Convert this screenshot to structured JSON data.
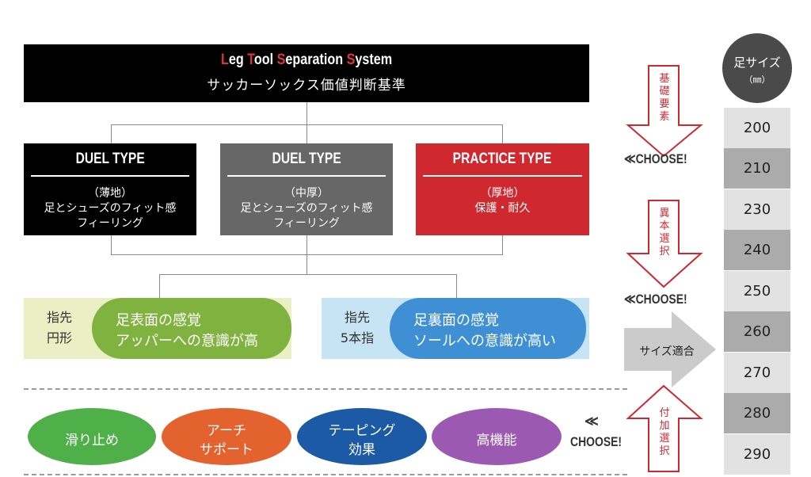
{
  "header": {
    "title_parts": [
      {
        "cap": "L",
        "rest": "eg "
      },
      {
        "cap": "T",
        "rest": "ool "
      },
      {
        "cap": "S",
        "rest": "eparation "
      },
      {
        "cap": "S",
        "rest": "ystem"
      }
    ],
    "subtitle": "サッカーソックス価値判断基準"
  },
  "types": [
    {
      "title": "DUEL TYPE",
      "line1": "（薄地）",
      "line2": "足とシューズのフィット感",
      "line3": "フィーリング"
    },
    {
      "title": "DUEL TYPE",
      "line1": "（中厚）",
      "line2": "足とシューズのフィット感",
      "line3": "フィーリング"
    },
    {
      "title": "PRACTICE TYPE",
      "line1": "（厚地）",
      "line2": "保護・耐久",
      "line3": ""
    }
  ],
  "features": [
    {
      "label1": "指先",
      "label2": "円形",
      "text1": "足表面の感覚",
      "text2": "アッパーへの意識が高"
    },
    {
      "label1": "指先",
      "label2": "5本指",
      "text1": "足裏面の感覚",
      "text2": "ソールへの意識が高い"
    }
  ],
  "options": [
    {
      "line1": "滑り止め",
      "line2": ""
    },
    {
      "line1": "アーチ",
      "line2": "サポート"
    },
    {
      "line1": "テーピング",
      "line2": "効果"
    },
    {
      "line1": "高機能",
      "line2": ""
    }
  ],
  "arrows": {
    "basic": "基礎要素",
    "difference": "異本選択",
    "additional": "付加選択",
    "fit": "サイズ適合"
  },
  "choose": {
    "glyph": "≪",
    "label": "CHOOSE!"
  },
  "sizes": {
    "header": "足サイズ",
    "unit": "（㎜）",
    "values": [
      "200",
      "210",
      "230",
      "240",
      "250",
      "260",
      "270",
      "280",
      "290"
    ]
  },
  "colors": {
    "red": "#d0282f",
    "green": "#7fb23f",
    "blue": "#3f8fd4",
    "dark_gray": "#676767"
  }
}
